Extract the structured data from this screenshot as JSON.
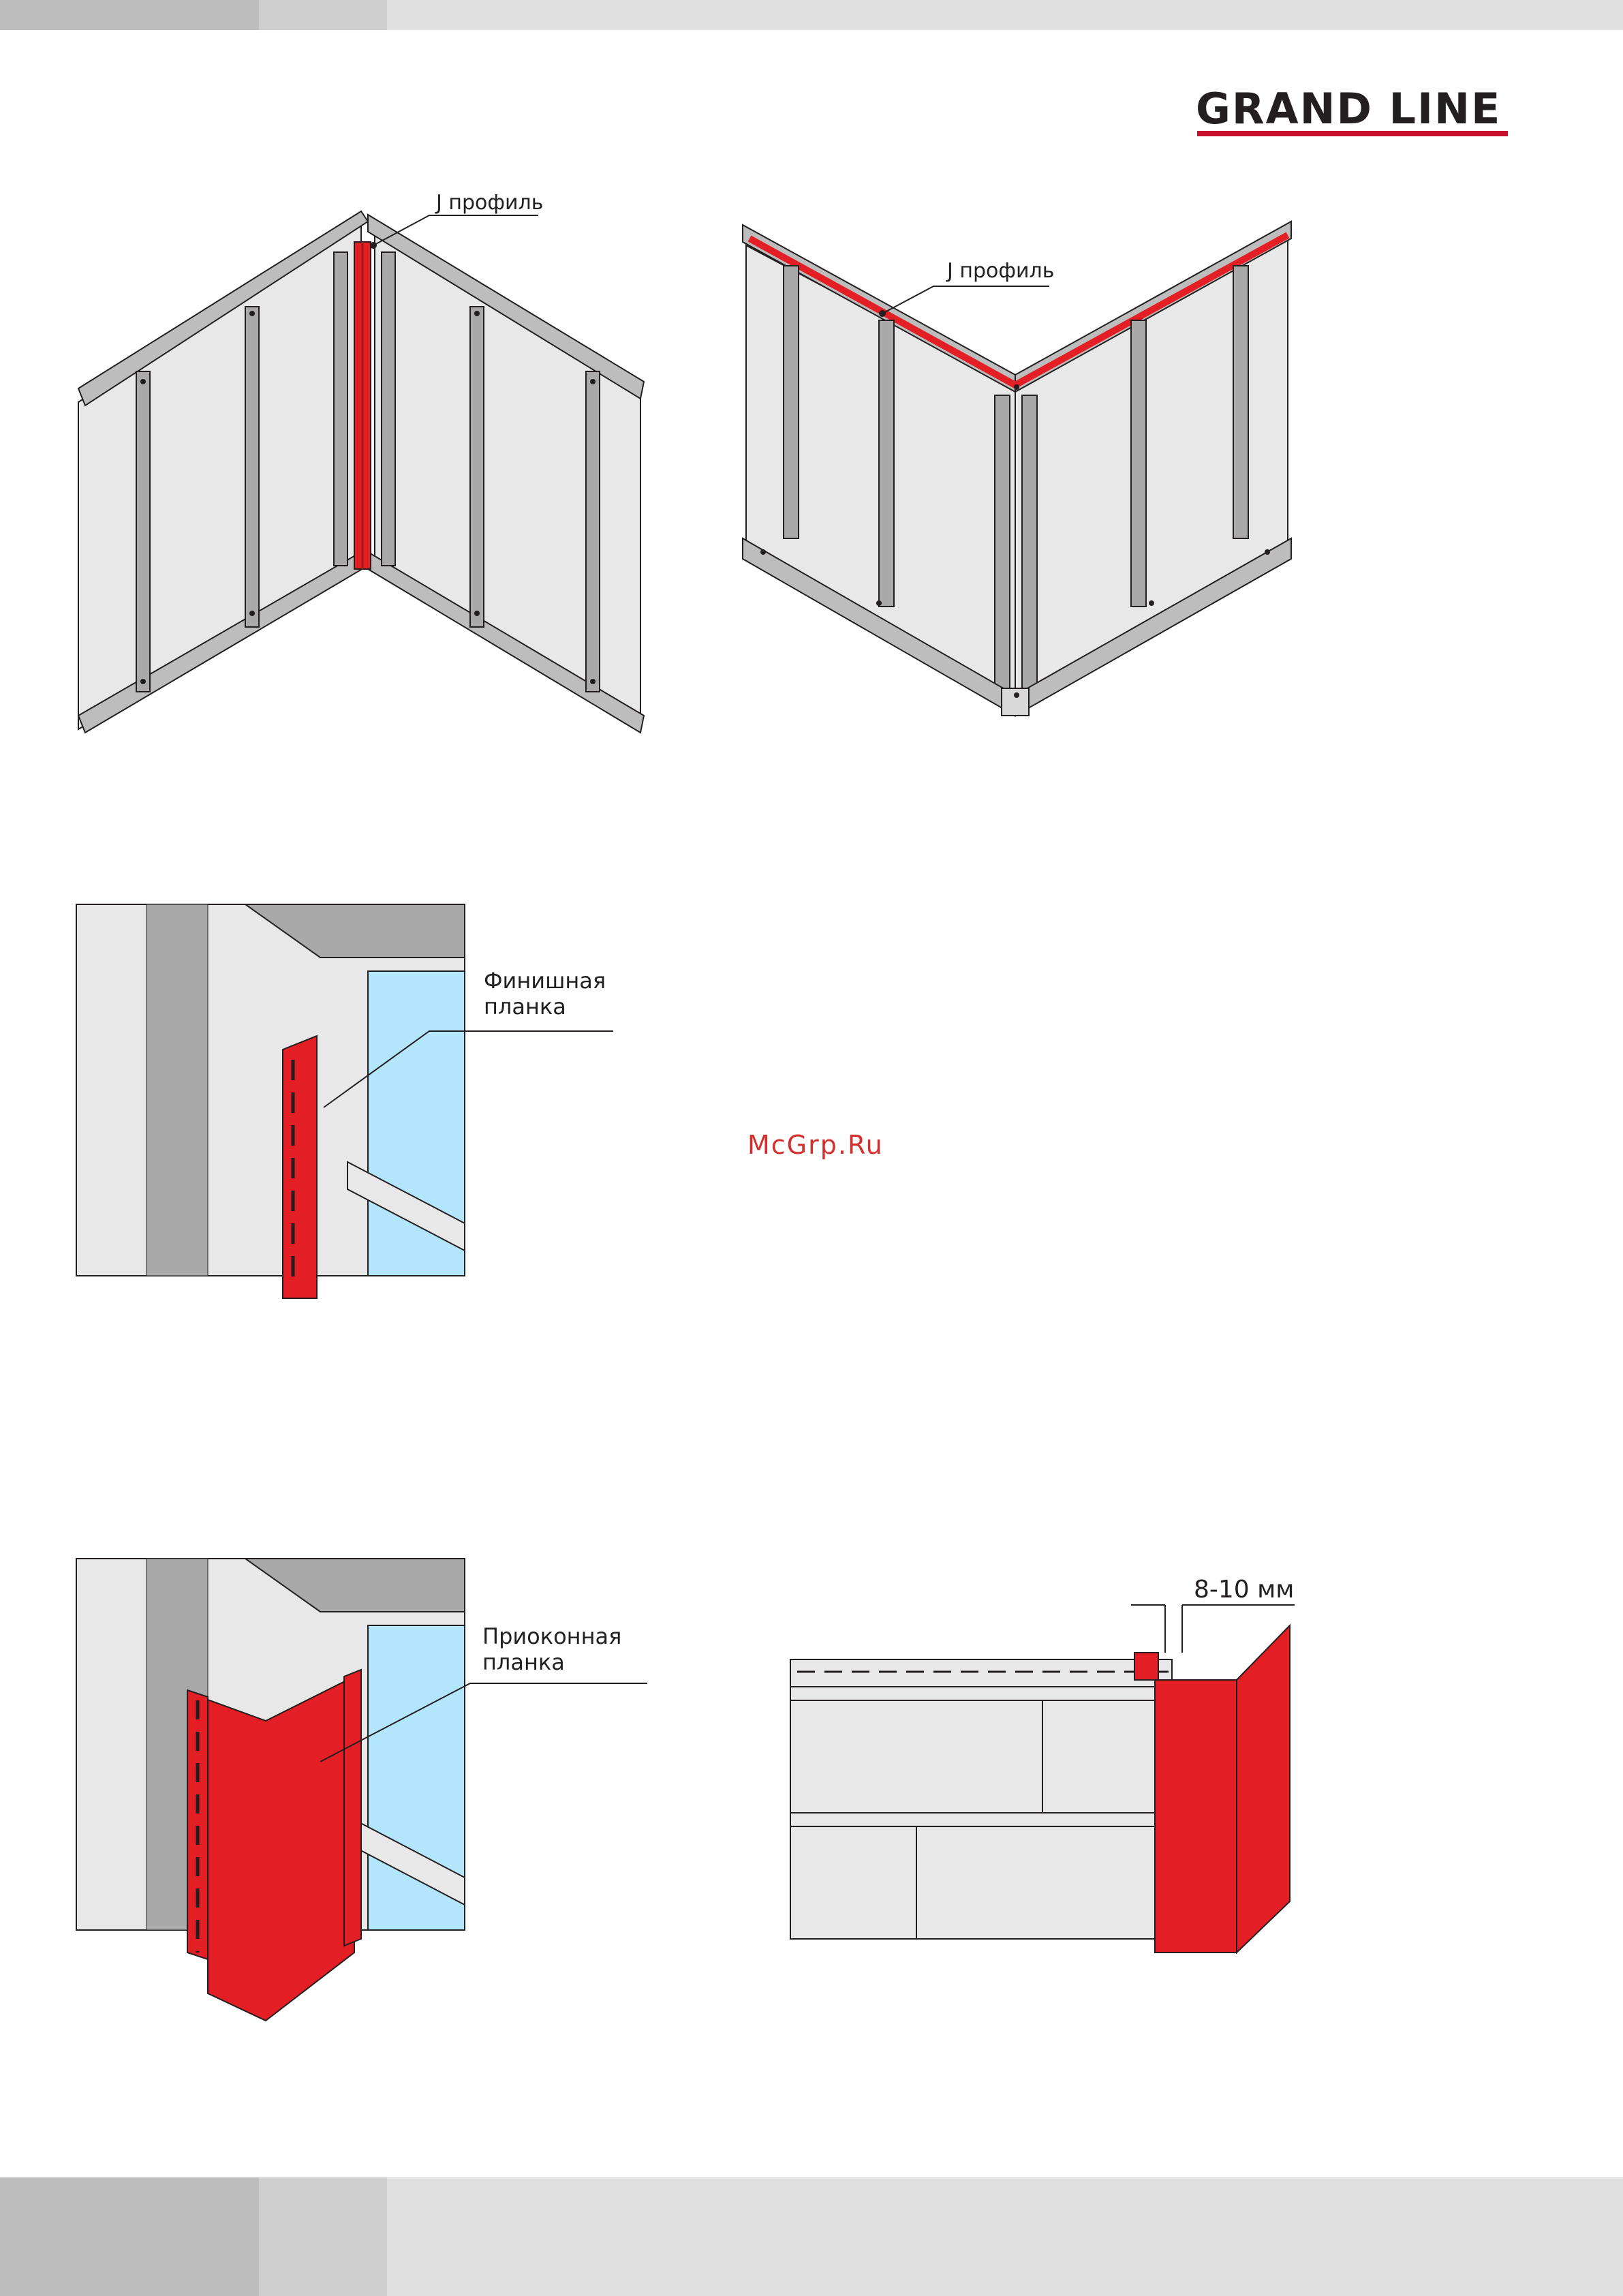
{
  "brand": {
    "logo_text": "GRAND LINE",
    "accent_color": "#c8102e",
    "text_color": "#231f20"
  },
  "colors": {
    "band_dark": "#bdbdbd",
    "band_mid": "#cfcfcf",
    "band_light": "#e0e0e0",
    "panel": "#e8e8e8",
    "frame": "#a9a9a9",
    "profile_red": "#e31e24",
    "glass": "#b3e5fc"
  },
  "figures": {
    "fig1": {
      "label": "J профиль"
    },
    "fig2": {
      "label": "J профиль"
    },
    "fig3": {
      "label_line1": "Финишная",
      "label_line2": "планка"
    },
    "fig4": {
      "label_line1": "Приоконная",
      "label_line2": "планка"
    },
    "fig5": {
      "label": "8-10 мм"
    }
  },
  "watermark": {
    "text": "McGrp.Ru",
    "color": "#d32f2f"
  }
}
